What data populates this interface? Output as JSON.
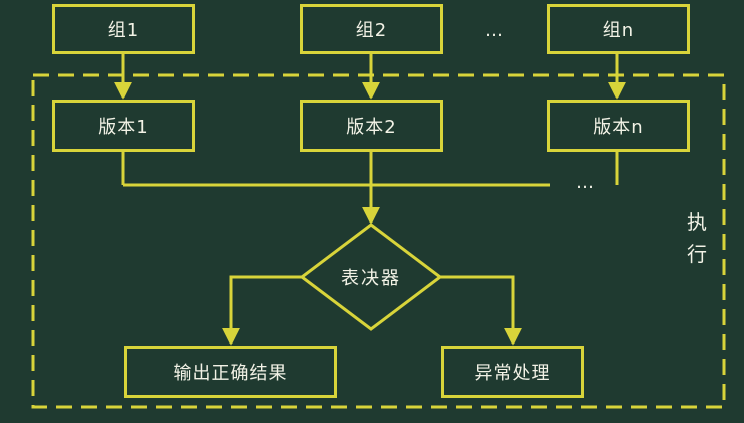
{
  "groups": [
    "组1",
    "组2",
    "组n"
  ],
  "versions": [
    "版本1",
    "版本2",
    "版本n"
  ],
  "ellipsis_top": "…",
  "ellipsis_mid": "…",
  "voter": "表决器",
  "output_correct": "输出正确结果",
  "exception": "异常处理",
  "execute_label": "执行",
  "colors": {
    "background": "#1f3a30",
    "stroke": "#d8d43a",
    "text": "#f2f2e6"
  }
}
